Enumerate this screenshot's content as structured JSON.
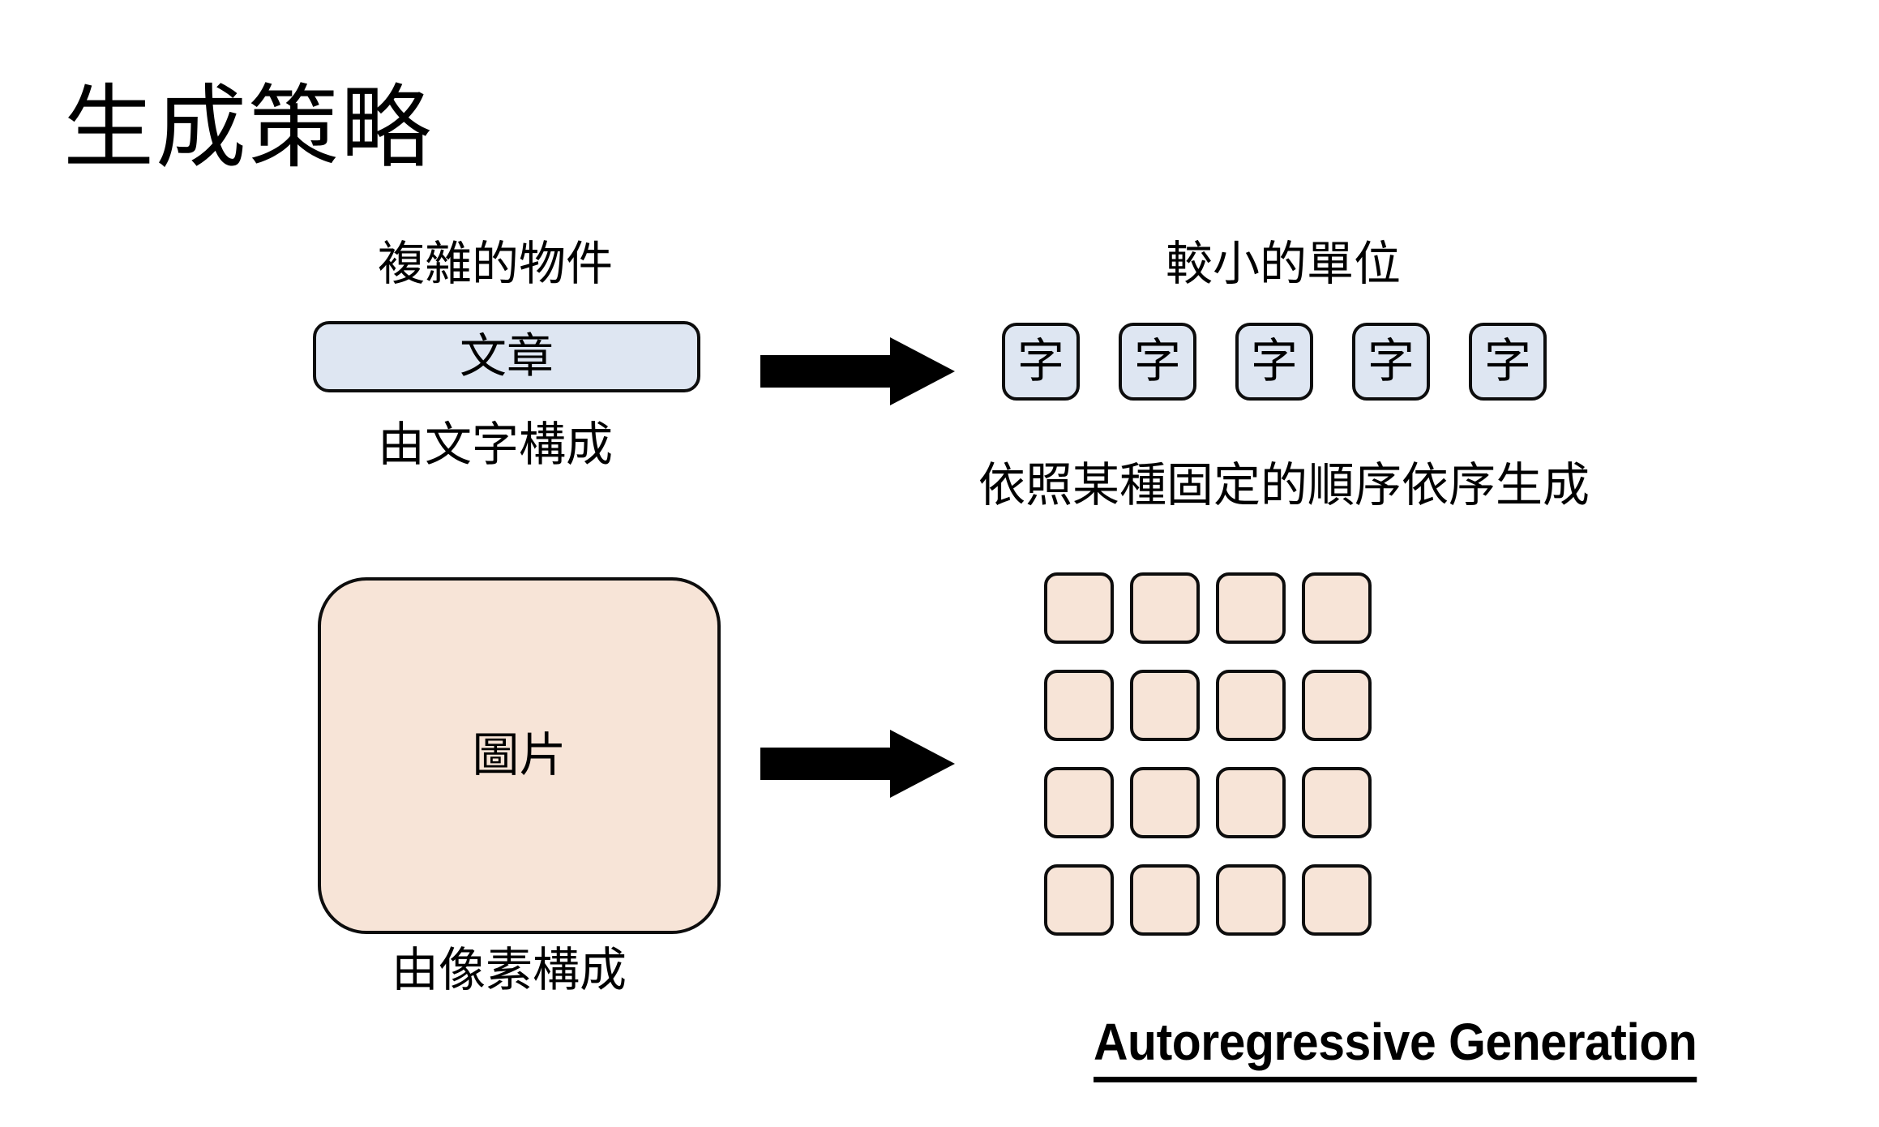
{
  "slide": {
    "title": "生成策略",
    "background_color": "#ffffff"
  },
  "colors": {
    "text_unit_fill": "#dee6f2",
    "image_unit_fill": "#f7e4d7",
    "outline": "#0d0d0d",
    "text": "#000000"
  },
  "text_row": {
    "source_caption": "複雜的物件",
    "source_box_label": "文章",
    "source_footnote": "由文字構成",
    "target_caption": "較小的單位",
    "tokens": [
      {
        "label": "字"
      },
      {
        "label": "字"
      },
      {
        "label": "字"
      },
      {
        "label": "字"
      },
      {
        "label": "字"
      }
    ],
    "target_footnote": "依照某種固定的順序依序生成",
    "arrow": "right-arrow-icon"
  },
  "image_row": {
    "source_box_label": "圖片",
    "source_footnote": "由像素構成",
    "arrow": "right-arrow-icon",
    "grid": {
      "rows": 4,
      "columns": 4,
      "tiles": [
        {},
        {},
        {},
        {},
        {},
        {},
        {},
        {},
        {},
        {},
        {},
        {},
        {},
        {},
        {},
        {}
      ]
    }
  },
  "footer": {
    "label": "Autoregressive Generation",
    "underlined": true,
    "bold": true
  }
}
